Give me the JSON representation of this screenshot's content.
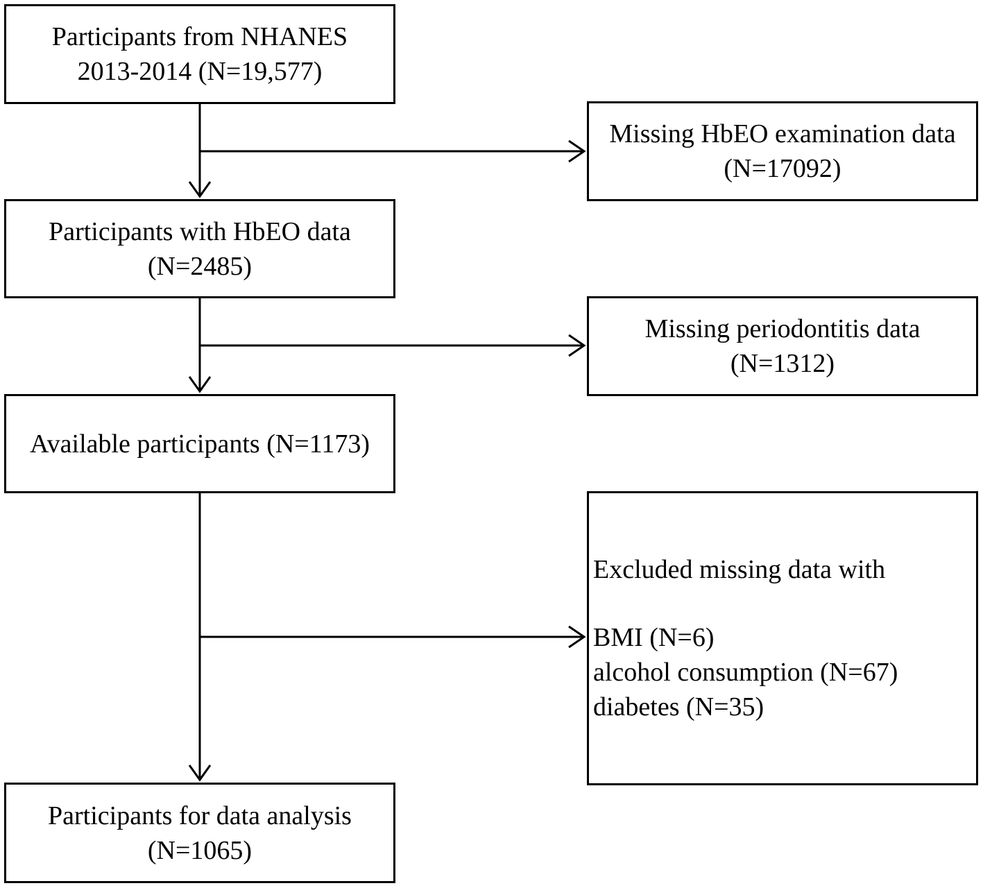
{
  "flowchart": {
    "main": {
      "start": {
        "line1": "Participants from NHANES",
        "line2": "2013-2014 (N=19,577)"
      },
      "hbeo": {
        "line1": "Participants with HbEO data",
        "line2": "(N=2485)"
      },
      "available": {
        "line1": "Available participants (N=1173)"
      },
      "final": {
        "line1": "Participants for data analysis",
        "line2": "(N=1065)"
      }
    },
    "exclusions": {
      "hbeo_missing": {
        "line1": "Missing HbEO examination data",
        "line2": "(N=17092)"
      },
      "periodontitis_missing": {
        "line1": "Missing periodontitis data",
        "line2": "(N=1312)"
      },
      "covariates_missing": {
        "heading": "Excluded missing data with",
        "items": [
          "BMI (N=6)",
          "alcohol consumption (N=67)",
          "diabetes (N=35)"
        ]
      }
    }
  }
}
